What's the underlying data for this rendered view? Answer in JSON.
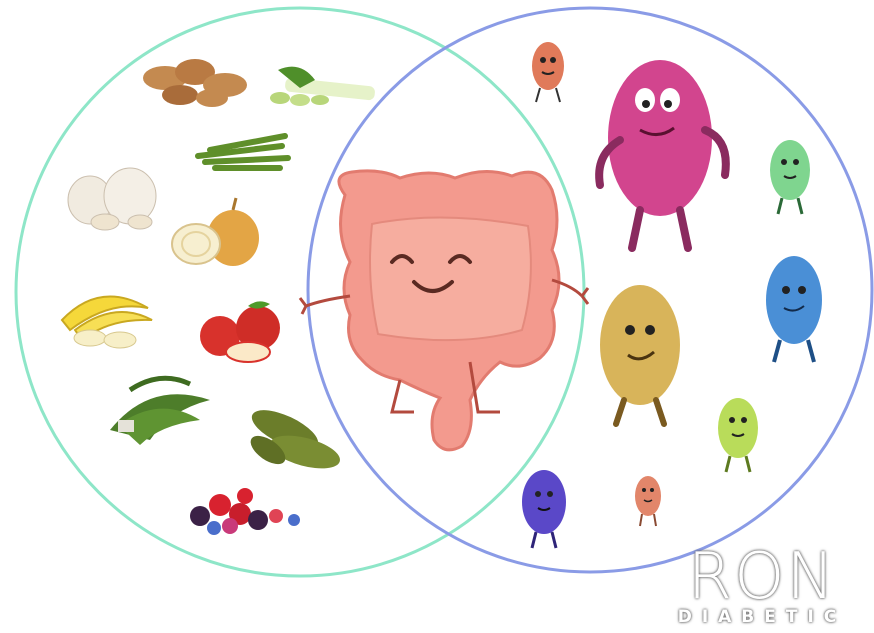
{
  "logo": {
    "top_text": "RON",
    "bottom_text": "DIABETIC"
  },
  "colors": {
    "left_circle": "#8ee6c8",
    "right_circle": "#8a9be6",
    "intestine": "#f39a8e",
    "intestine_outline": "#b34a3e"
  },
  "illustrations": {
    "left_circle_foods": [
      "jerusalem-artichoke",
      "leek",
      "asparagus",
      "garlic",
      "onion",
      "banana",
      "apple",
      "dandelion-greens",
      "pickles",
      "berries"
    ],
    "right_circle_characters": [
      "orange-bacterium",
      "magenta-bacterium",
      "green-bacterium",
      "blue-bacterium",
      "yellow-bacterium",
      "lime-bacterium",
      "purple-bacterium",
      "small-orange-bacterium"
    ],
    "center": "smiling-intestine"
  }
}
